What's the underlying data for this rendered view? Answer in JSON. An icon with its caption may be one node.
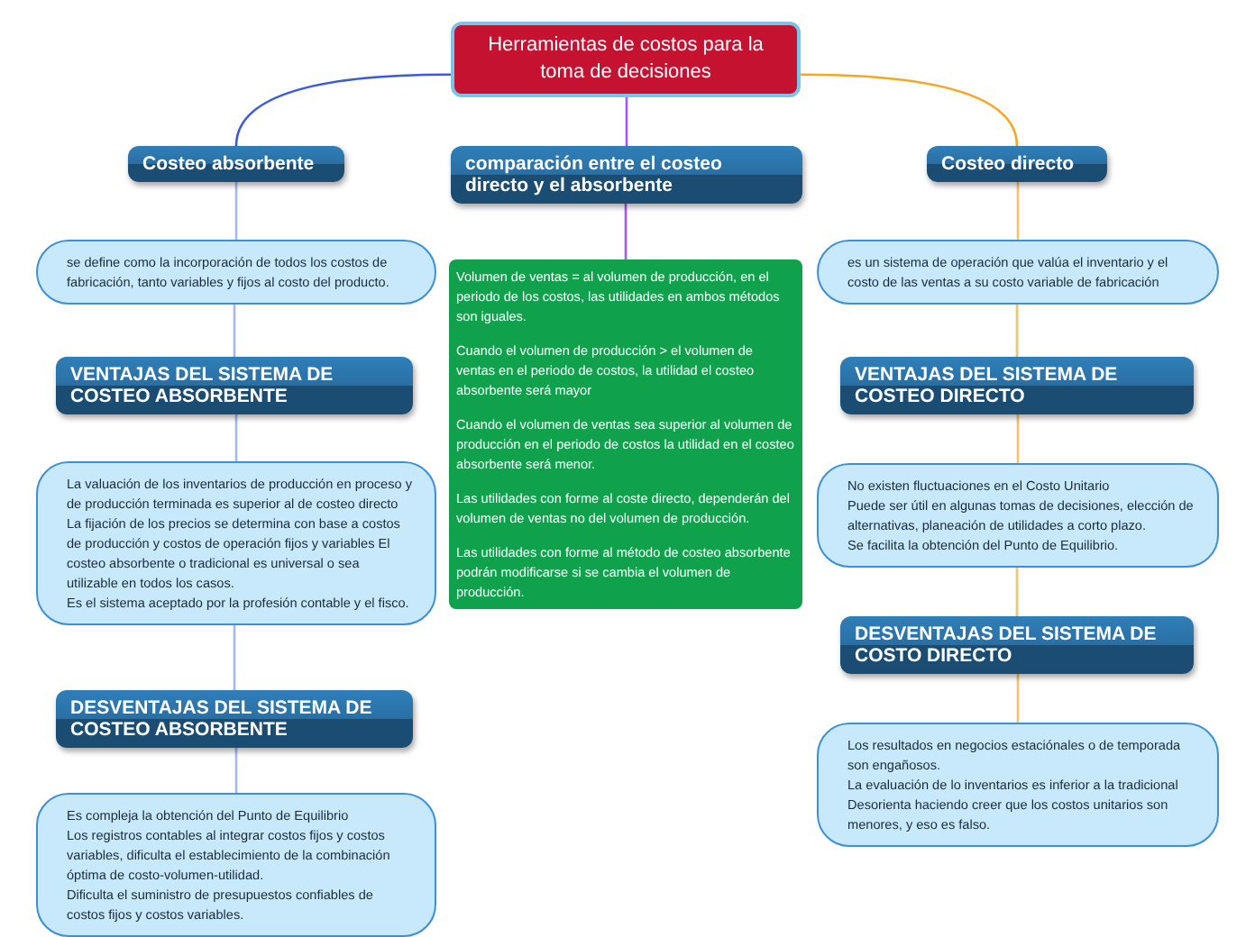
{
  "diagram": {
    "nodes": [
      {
        "text": [
          "Herramientas de costos para la toma de decisiones"
        ]
      },
      {
        "text": [
          "Costeo absorbente"
        ]
      },
      {
        "text": [
          "comparación entre el costeo directo y el absorbente"
        ]
      },
      {
        "text": [
          "Costeo directo"
        ]
      },
      {
        "text": [
          "se define como la incorporación de todos los costos de fabricación, tanto variables y fijos al costo del producto."
        ]
      },
      {
        "text": [
          "VENTAJAS DEL SISTEMA DE COSTEO ABSORBENTE"
        ]
      },
      {
        "text": [
          "La valuación de los inventarios de producción en proceso y de producción terminada es superior al de costeo directo",
          "La fijación de los precios se determina con base a costos de producción y costos de operación fijos y variables El costeo absorbente o tradicional es universal o sea utilizable en todos los casos.",
          "Es el sistema aceptado por la profesión contable y el fisco."
        ]
      },
      {
        "text": [
          "DESVENTAJAS DEL SISTEMA DE COSTEO ABSORBENTE"
        ]
      },
      {
        "text": [
          "Es compleja la obtención del Punto de Equilibrio",
          "Los registros contables al integrar costos fijos y costos variables, dificulta el establecimiento de la combinación óptima de costo-volumen-utilidad.",
          "Dificulta el suministro de presupuestos confiables de costos fijos y costos variables."
        ]
      },
      {
        "text": [
          "Volumen de ventas = al volumen de producción, en el periodo de los costos, las utilidades en ambos métodos son iguales.",
          "Cuando el volumen de producción > el volumen de ventas en el periodo de costos, la utilidad el costeo absorbente será mayor",
          "Cuando el volumen de ventas sea superior al volumen de producción en el periodo de costos la utilidad en el costeo absorbente será menor.",
          "Las utilidades con forme al coste directo, dependerán del volumen de ventas no del volumen de producción.",
          "Las utilidades con forme al método de costeo absorbente podrán modificarse si se cambia el volumen de producción."
        ]
      },
      {
        "text": [
          "es un sistema de operación que valúa el inventario y el costo de las ventas a su costo variable de fabricación"
        ]
      },
      {
        "text": [
          "VENTAJAS DEL SISTEMA DE COSTEO DIRECTO"
        ]
      },
      {
        "text": [
          "No existen fluctuaciones en el Costo Unitario",
          "Puede ser útil en algunas tomas de decisiones, elección de alternativas, planeación de utilidades a corto plazo.",
          "Se facilita la obtención del Punto de Equilibrio."
        ]
      },
      {
        "text": [
          "DESVENTAJAS DEL SISTEMA DE COSTO DIRECTO"
        ]
      },
      {
        "text": [
          "Los resultados en negocios estaciónales o de temporada son engañosos.",
          "La evaluación de lo inventarios es inferior a la tradicional",
          "Desorienta haciendo creer que los costos unitarios son menores, y eso es falso."
        ]
      }
    ],
    "edges": [
      {
        "from": 0,
        "to": 1,
        "arrow": "none",
        "color": "#3b5bdb"
      },
      {
        "from": 0,
        "to": 2,
        "arrow": "none",
        "color": "#a855f7"
      },
      {
        "from": 0,
        "to": 3,
        "arrow": "none",
        "color": "#f5a623"
      },
      {
        "from": 1,
        "to": 4,
        "arrow": "none",
        "color": "#a5b8f3"
      },
      {
        "from": 4,
        "to": 5,
        "arrow": "none",
        "color": "#a5b8f3"
      },
      {
        "from": 5,
        "to": 6,
        "arrow": "none",
        "color": "#a5b8f3"
      },
      {
        "from": 6,
        "to": 7,
        "arrow": "none",
        "color": "#a5b8f3"
      },
      {
        "from": 7,
        "to": 8,
        "arrow": "none",
        "color": "#a5b8f3"
      },
      {
        "from": 2,
        "to": 9,
        "arrow": "none",
        "color": "#a855f7"
      },
      {
        "from": 3,
        "to": 10,
        "arrow": "none",
        "color": "#f5c46a"
      },
      {
        "from": 10,
        "to": 11,
        "arrow": "none",
        "color": "#f5c46a"
      },
      {
        "from": 11,
        "to": 12,
        "arrow": "none",
        "color": "#f5c46a"
      },
      {
        "from": 12,
        "to": 13,
        "arrow": "none",
        "color": "#f5c46a"
      },
      {
        "from": 13,
        "to": 14,
        "arrow": "none",
        "color": "#f5c46a"
      }
    ]
  }
}
